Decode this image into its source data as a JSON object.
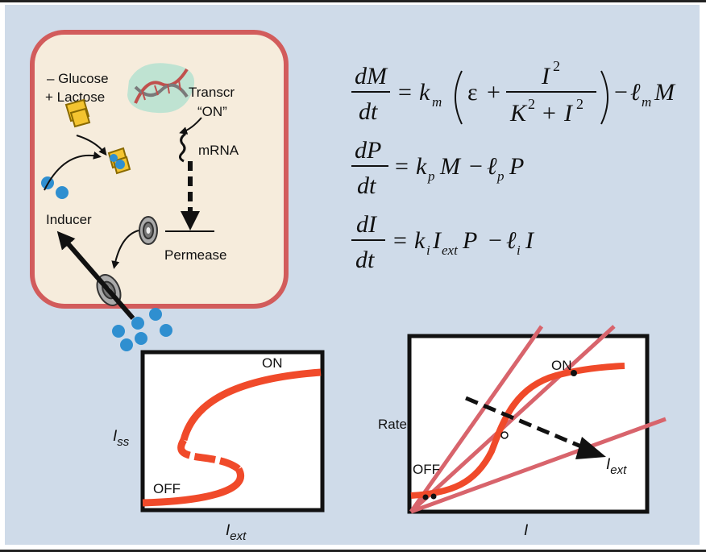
{
  "cell": {
    "glucose_label": "– Glucose",
    "lactose_label": "+ Lactose",
    "transcr_label": "Transcr",
    "on_label": "“ON”",
    "mrna_label": "mRNA",
    "inducer_label": "Inducer",
    "permease_label": "Permease"
  },
  "equations": {
    "eq1": {
      "lhs_num": "dM",
      "lhs_den": "dt",
      "rate": "k",
      "rate_sub": "m",
      "eps": "ε",
      "plus": "+",
      "frac_num": "I",
      "frac_num_sup": "2",
      "frac_den_a": "K",
      "frac_den_a_sup": "2",
      "frac_den_plus": "+",
      "frac_den_b": "I",
      "frac_den_b_sup": "2",
      "minus": "−",
      "loss": "ℓ",
      "loss_sub": "m",
      "var": "M"
    },
    "eq2": {
      "lhs_num": "dP",
      "lhs_den": "dt",
      "rate": "k",
      "rate_sub": "p",
      "var_a": "M",
      "minus": "−",
      "loss": "ℓ",
      "loss_sub": "p",
      "var_b": "P"
    },
    "eq3": {
      "lhs_num": "dI",
      "lhs_den": "dt",
      "rate": "k",
      "rate_sub": "i",
      "ext": "I",
      "ext_sub": "ext",
      "var_a": "P",
      "minus": "−",
      "loss": "ℓ",
      "loss_sub": "i",
      "var_b": "I"
    }
  },
  "plot_left": {
    "ylabel": "I",
    "ylabel_sub": "ss",
    "xlabel": "I",
    "xlabel_sub": "ext",
    "on_label": "ON",
    "off_label": "OFF"
  },
  "plot_right": {
    "ylabel": "Rate",
    "xlabel": "I",
    "on_label": "ON",
    "off_label": "OFF",
    "arrow_label": "I",
    "arrow_label_sub": "ext"
  },
  "colors": {
    "panel_bg": "#cfdbe9",
    "cell_fill": "#f6ecdc",
    "cell_border": "#d25c5c",
    "curve": "#f04a2a",
    "line": "#d8646c",
    "inducer": "#2f8fd0"
  }
}
